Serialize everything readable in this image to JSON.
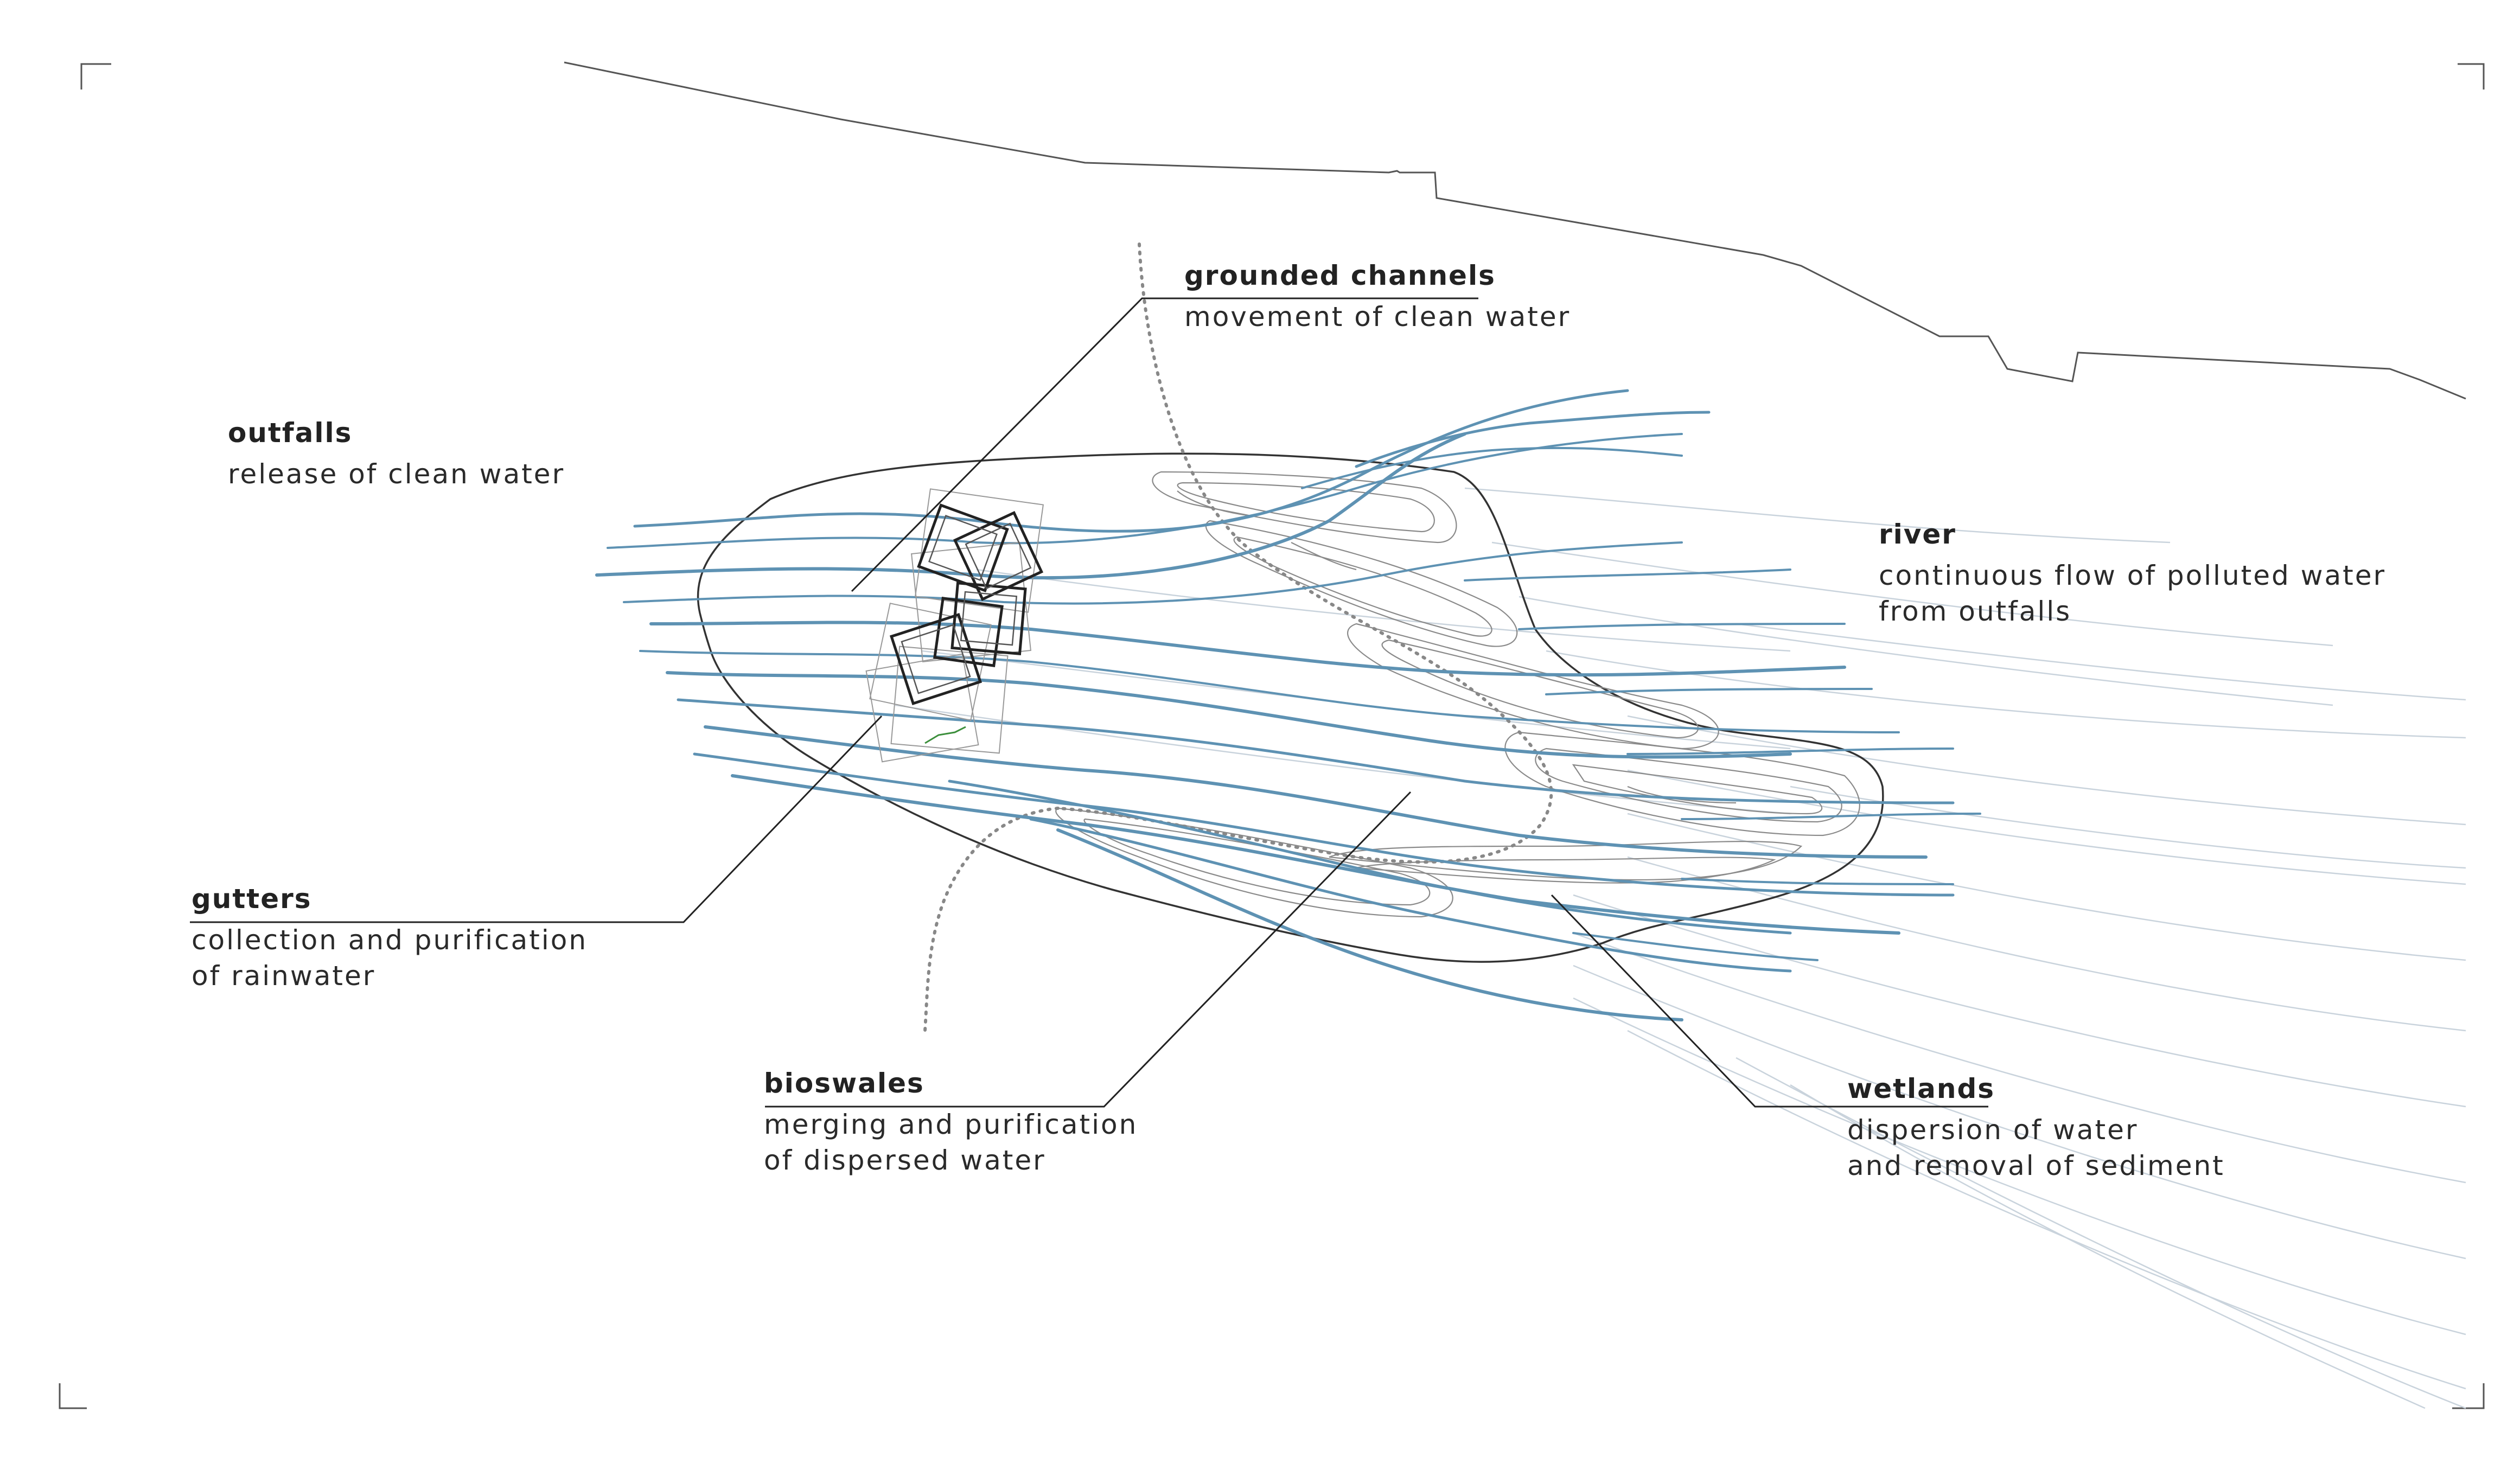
{
  "labels": {
    "grounded_channels": {
      "title": "grounded channels",
      "desc": [
        "movement of clean water"
      ]
    },
    "outfalls": {
      "title": "outfalls",
      "desc": [
        "release of clean water"
      ]
    },
    "river": {
      "title": "river",
      "desc": [
        "continuous flow of polluted water",
        "from outfalls"
      ]
    },
    "gutters": {
      "title": "gutters",
      "desc": [
        "collection and purification",
        "of rainwater"
      ]
    },
    "bioswales": {
      "title": "bioswales",
      "desc": [
        "merging and purification",
        "of dispersed water"
      ]
    },
    "wetlands": {
      "title": "wetlands",
      "desc": [
        "dispersion of water",
        "and removal of sediment"
      ]
    }
  },
  "colors": {
    "water": "#5e92b3",
    "faint_water": "#c9d3dc",
    "contour": "#8a8a8a",
    "outline": "#333333",
    "leader": "#222222",
    "accent_green": "#3c8f3c"
  }
}
